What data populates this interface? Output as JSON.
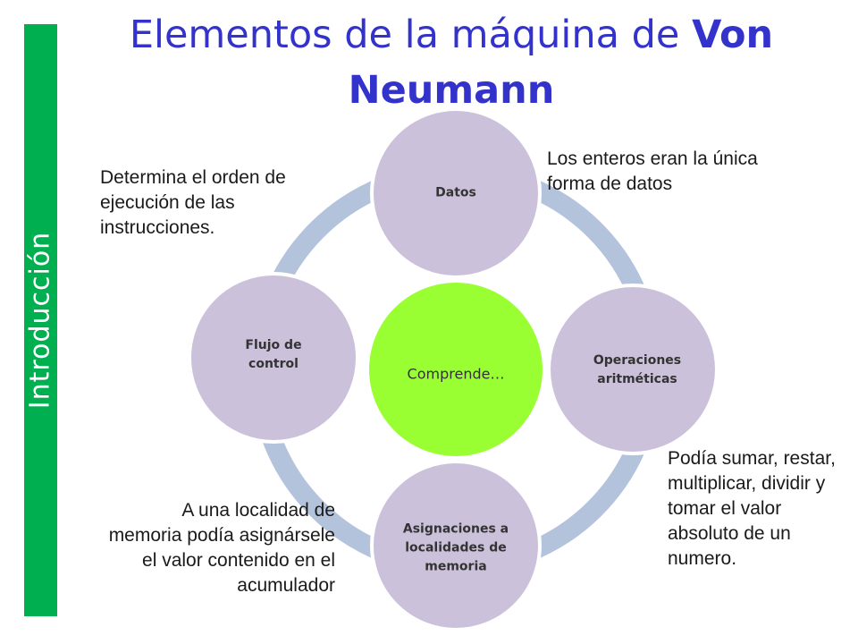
{
  "sidebar": {
    "label": "Introducción",
    "color": "#00b050"
  },
  "title": {
    "line1": "Elementos de la máquina de ",
    "line1_bold": "Von",
    "line2_bold": "Neumann",
    "color": "#3333cc"
  },
  "diagram": {
    "center": {
      "label": "Comprende…",
      "color": "#99ff33"
    },
    "nodes": {
      "datos": {
        "label": "Datos"
      },
      "operaciones": {
        "label": "Operaciones aritméticas"
      },
      "asignaciones": {
        "label": "Asignaciones a localidades de memoria"
      },
      "flujo": {
        "label": "Flujo de control"
      }
    },
    "node_color": "#ccc1da",
    "ring_color": "#b4c3dc"
  },
  "notes": {
    "datos": "Los enteros eran la única forma de datos",
    "flujo": "Determina el orden de ejecución de las instrucciones.",
    "operaciones": "Podía sumar, restar, multiplicar, dividir y tomar el valor absoluto de un numero.",
    "asignaciones": "A una localidad de memoria podía asignársele el valor contenido en el acumulador"
  }
}
